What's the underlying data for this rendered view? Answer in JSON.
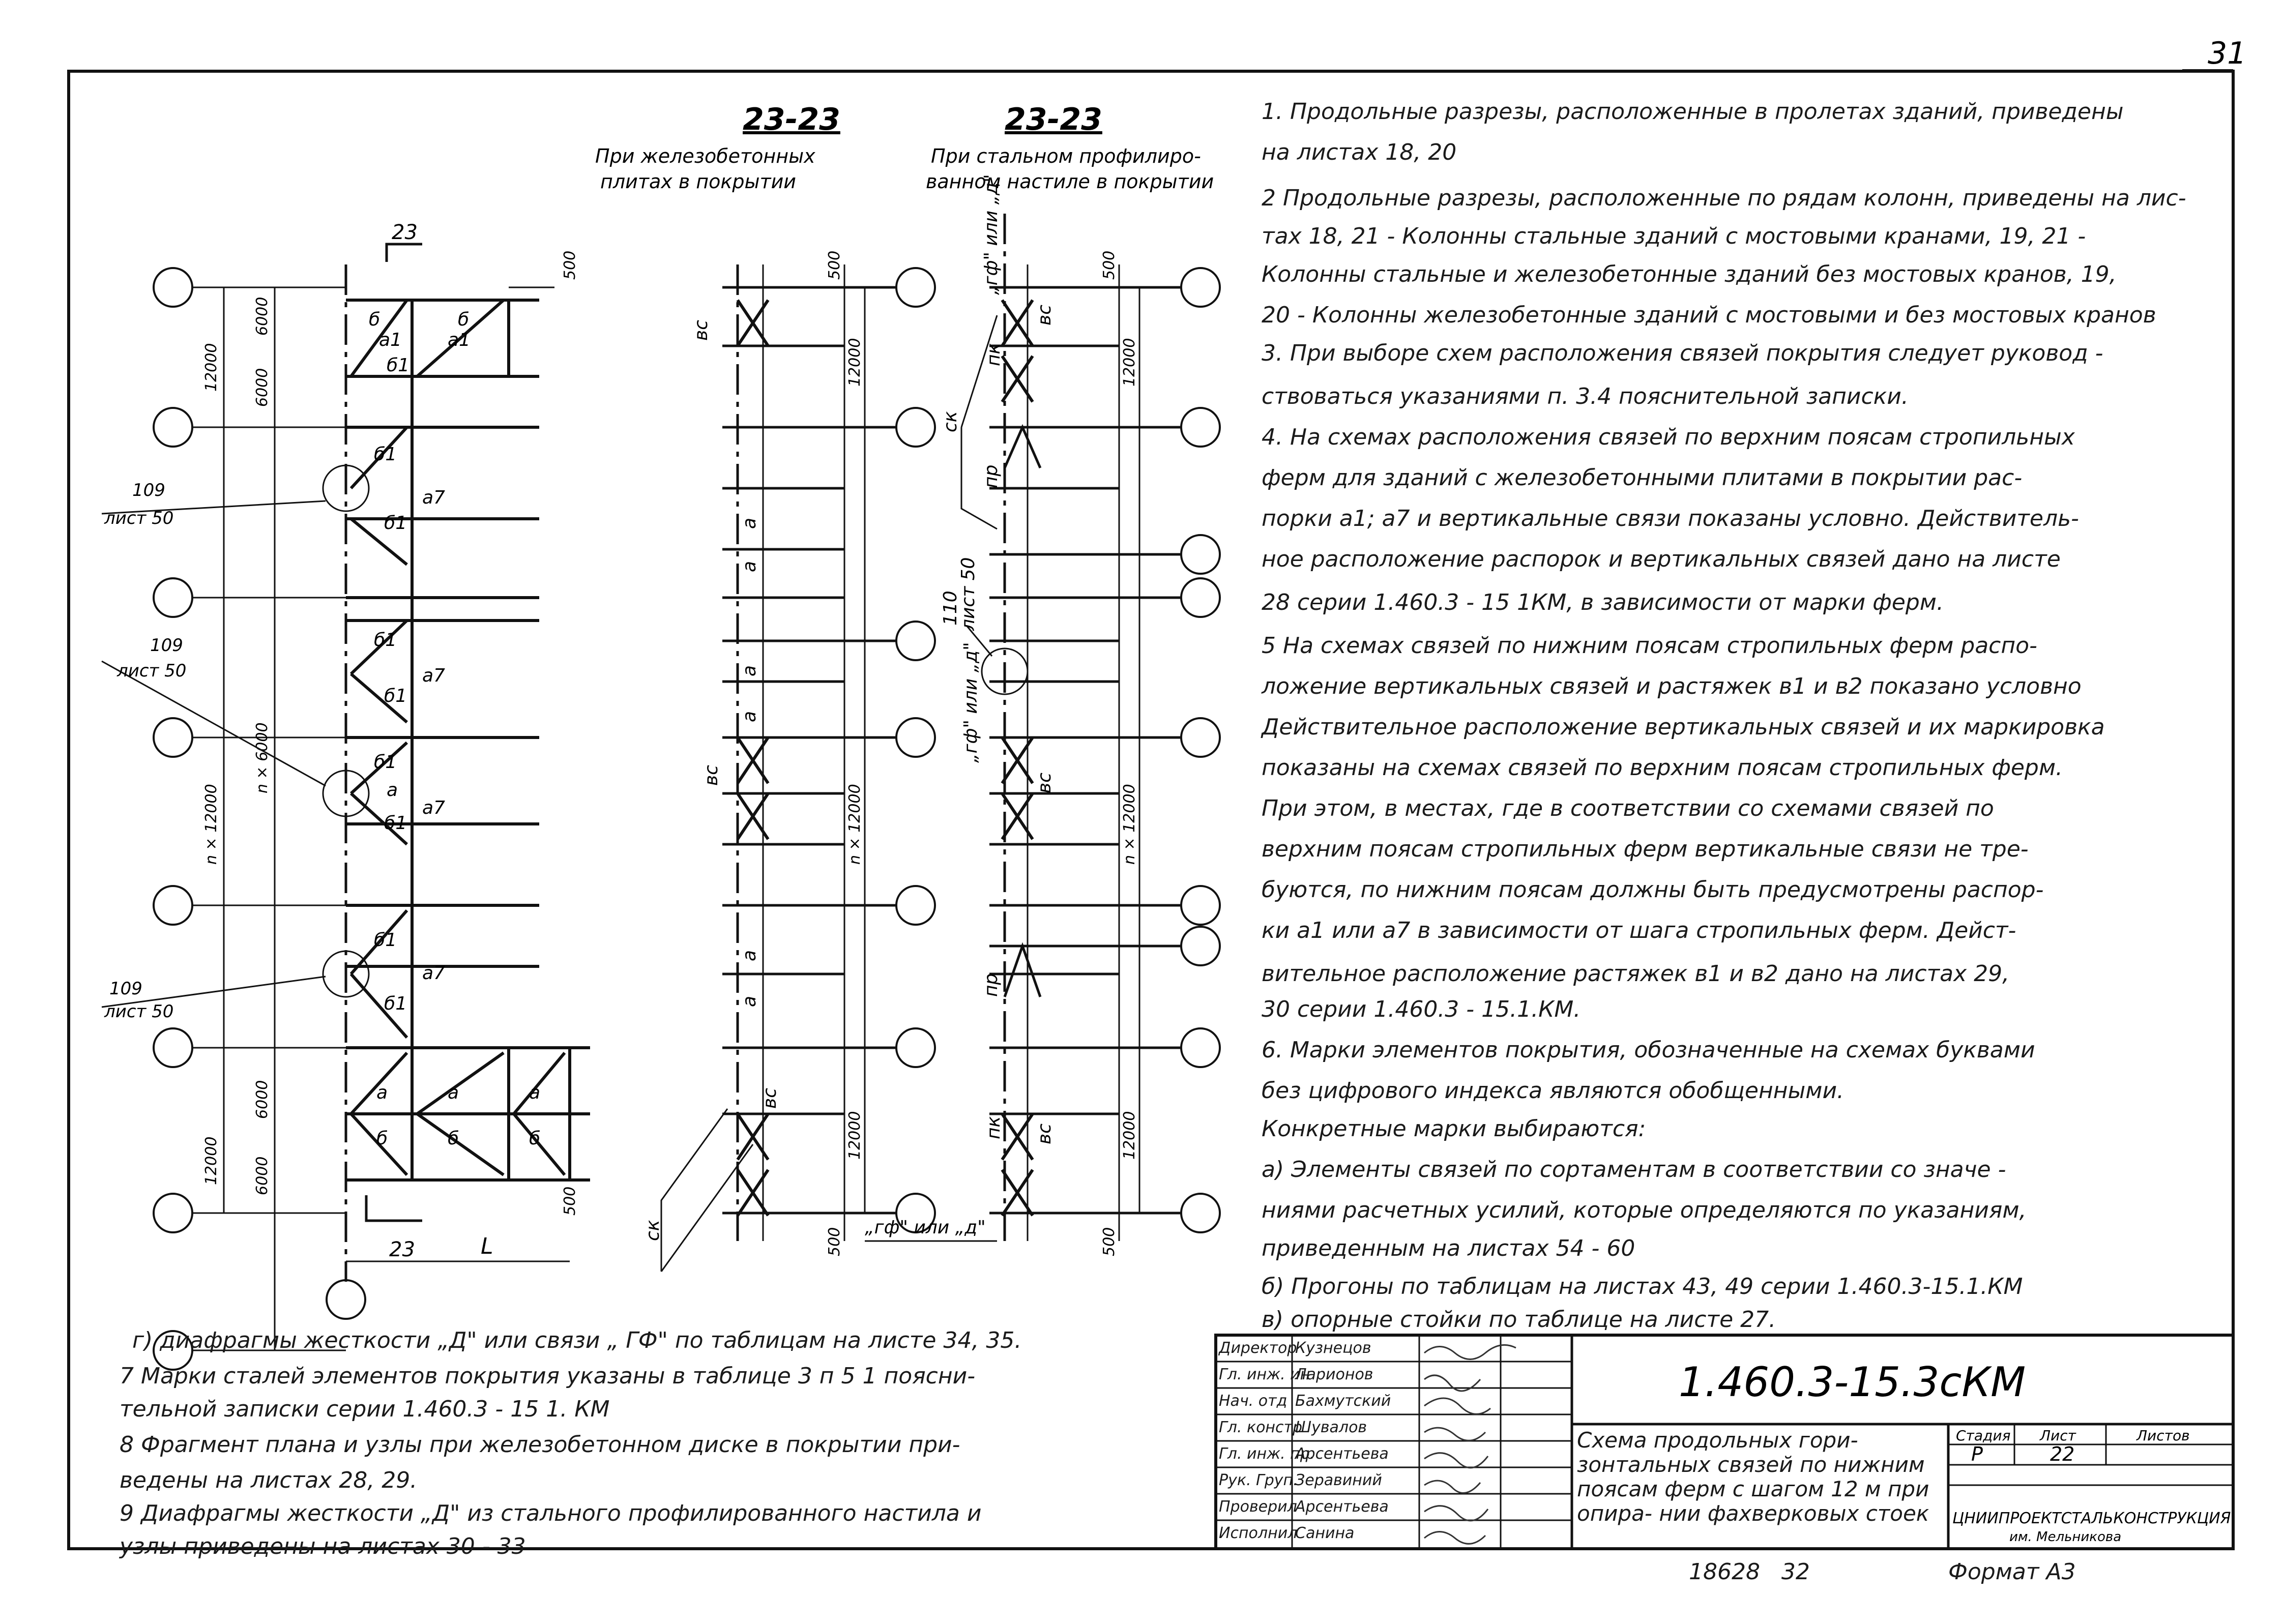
{
  "page_number": "31",
  "section_1": {
    "mark": "23-23",
    "caption_line1": "При железобетонных",
    "caption_line2": "плитах в покрытии"
  },
  "section_2": {
    "mark": "23-23",
    "caption_line1": "При стальном профилиро-",
    "caption_line2": "ванном настиле в покрытии"
  },
  "left_diagram": {
    "axis_mark_top": "23",
    "axis_mark_bottom": "23",
    "span_label": "L",
    "dim_top": "500",
    "dim_bottom": "500",
    "dim_12000_top": "12000",
    "dim_6000_a": "6000",
    "dim_6000_b": "6000",
    "dim_n12000": "n × 12000",
    "dim_n6000": "n × 6000",
    "dim_12000_bottom": "12000",
    "dim_6000_c": "6000",
    "dim_6000_d": "6000",
    "callouts": [
      {
        "num": "109",
        "sheet": "лист 50"
      },
      {
        "num": "109",
        "sheet": "лист 50"
      },
      {
        "num": "109",
        "sheet": "лист 50"
      }
    ],
    "labels": {
      "a1": "а1",
      "b": "б",
      "b1": "б1",
      "a7": "а7",
      "a": "а"
    }
  },
  "mid_diagram": {
    "dim_top": "500",
    "dim_12000_top": "12000",
    "dim_n12000": "n × 12000",
    "dim_12000_bottom": "12000",
    "dim_bottom": "500",
    "labels": {
      "vs": "вс",
      "a": "а",
      "sk": "ск"
    }
  },
  "right_diagram": {
    "dim_top": "500",
    "dim_12000_top": "12000",
    "dim_n12000": "n × 12000",
    "dim_12000_bottom": "12000",
    "dim_bottom": "500",
    "callout": {
      "num": "110",
      "sheet": "лист 50"
    },
    "labels": {
      "vs": "вс",
      "pk": "пк",
      "pr": "пр",
      "sk": "ск",
      "gf": "„гф\" или „д\""
    }
  },
  "notes": [
    "1.  Продольные  разрезы, расположенные  в пролетах  зданий,  приведены",
    "на  листах  18, 20",
    "2  Продольные  разрезы, расположенные  по рядам колонн, приведены на лис-",
    "тах  18, 21 - Колонны  стальные  зданий  с мостовыми  кранами, 19, 21 -",
    "Колонны  стальные  и железобетонные  зданий  без  мостовых  кранов, 19,",
    "20 - Колонны  железобетонные  зданий  с мостовыми  и без мостовых кранов",
    "3.  При выборе  схем расположения  связей  покрытия  следует руковод -",
    "ствоваться  указаниями  п. 3.4  пояснительной  записки.",
    "4.  На схемах  расположения  связей  по верхним  поясам  стропильных",
    "ферм  для  зданий  с железобетонными  плитами  в  покрытии  рас-",
    "порки  а1; а7  и вертикальные  связи  показаны  условно. Действитель-",
    "ное  расположение  распорок  и вертикальных  связей  дано  на  листе",
    "28 серии  1.460.3 - 15 1КМ, в зависимости  от  марки  ферм.",
    "5  На  схемах  связей  по нижним  поясам  стропильных  ферм  распо-",
    "ложение  вертикальных  связей  и растяжек  в1 и в2  показано условно",
    "Действительное  расположение  вертикальных  связей  и их  маркировка",
    "показаны  на  схемах  связей  по верхним  поясам  стропильных ферм.",
    "При  этом,  в местах,  где  в соответствии  со схемами  связей  по",
    "верхним  поясам  стропильных  ферм  вертикальные  связи  не тре-",
    "буются,  по нижним  поясам  должны  быть  предусмотрены  распор-",
    "ки  а1 или а7 в зависимости  от  шага  стропильных  ферм. Дейст-",
    "вительное  расположение  растяжек  в1 и в2  дано  на  листах 29,",
    "30  серии  1.460.3 - 15.1.КМ.",
    "6.  Марки  элементов  покрытия,  обозначенные  на  схемах  буквами",
    "без  цифрового  индекса  являются  обобщенными.",
    "   Конкретные  марки  выбираются:",
    "  а) Элементы  связей  по сортаментам  в соответствии  со  значе -",
    "ниями  расчетных  усилий,  которые  определяются  по указаниям,",
    "приведенным  на  листах  54 - 60",
    "  б) Прогоны  по  таблицам  на листах  43, 49  серии  1.460.3-15.1.КМ",
    "  в) опорные  стойки по  таблице  на  листе 27."
  ],
  "bottom_notes": [
    "г) диафрагмы  жесткости „Д\" или  связи „ ГФ\"  по  таблицам  на  листе  34, 35.",
    "7  Марки  сталей  элементов  покрытия  указаны  в  таблице 3  п 5 1  поясни-",
    "тельной   записки   серии   1.460.3 - 15   1. КМ",
    "8  Фрагмент  плана  и узлы  при  железобетонном  диске  в  покрытии  при-",
    "ведены   на   листах   28, 29.",
    "9  Диафрагмы  жесткости „Д\" из  стального  профилированного  настила  и",
    "узлы   приведены  на  листах  30 - 33"
  ],
  "title_block": {
    "document_code": "1.460.3-15.3сКМ",
    "description": "Схема продольных гори- зонтальных связей по нижним поясам ферм с шагом 12 м при опира- нии фахверковых стоек",
    "stage_label": "Стадия",
    "sheet_label": "Лист",
    "sheets_label": "Листов",
    "stage": "Р",
    "sheet": "22",
    "sheets": "",
    "organization": "ЦНИИПРОЕКТСТАЛЬКОНСТРУКЦИЯ",
    "organization_sub": "им. Мельникова",
    "signatures": [
      {
        "role": "Директор",
        "name": "Кузнецов"
      },
      {
        "role": "Гл. инж. ин",
        "name": "Ларионов"
      },
      {
        "role": "Нач. отд",
        "name": "Бахмутский"
      },
      {
        "role": "Гл. констр",
        "name": "Шувалов"
      },
      {
        "role": "Гл. инж. пр.",
        "name": "Арсентьева"
      },
      {
        "role": "Рук. Груп.",
        "name": "Зеравиний"
      },
      {
        "role": "Проверил",
        "name": "Арсентьева"
      },
      {
        "role": "Исполнил",
        "name": "Санина"
      }
    ]
  },
  "footer_left": "18628   32",
  "footer_format": "Формат А3"
}
